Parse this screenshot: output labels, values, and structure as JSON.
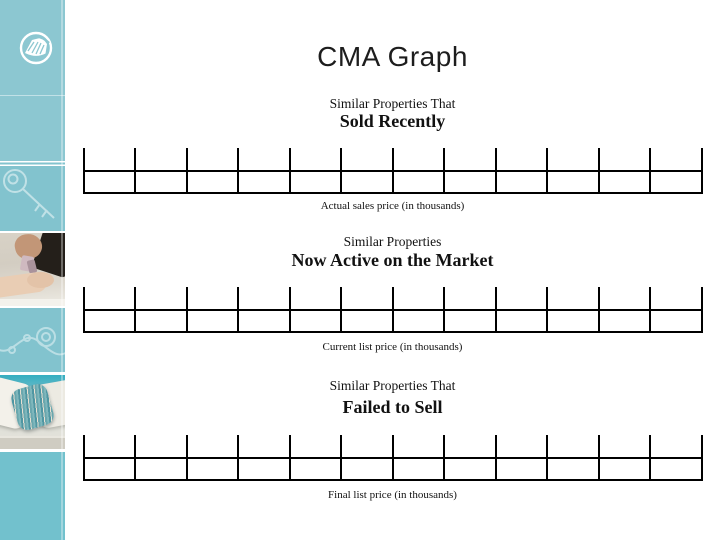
{
  "slide": {
    "title": "CMA Graph"
  },
  "sections": [
    {
      "line1": "Similar Properties That",
      "line2": "Sold Recently",
      "caption": "Actual sales price (in thousands)"
    },
    {
      "line1": "Similar Properties",
      "line2": "Now Active on the Market",
      "caption": "Current list price (in thousands)"
    },
    {
      "line1": "Similar Properties That",
      "line2": "Failed to Sell",
      "caption": "Final list price (in thousands)"
    }
  ],
  "ruler": {
    "columns": 12
  },
  "sidebar": {
    "logo_icon": "prudential-rock-logo-icon",
    "artwork": [
      "key-outline-icon",
      "photo-handing-keys",
      "chain-outline-icon",
      "photo-pillows"
    ]
  },
  "colors": {
    "sidebar_teal": "#82c3ce",
    "sidebar_teal_top": "#8cc7d1",
    "sidebar_teal_bottom": "#72c1cd",
    "line_black": "#000000",
    "title_text": "#1d1d1d"
  }
}
